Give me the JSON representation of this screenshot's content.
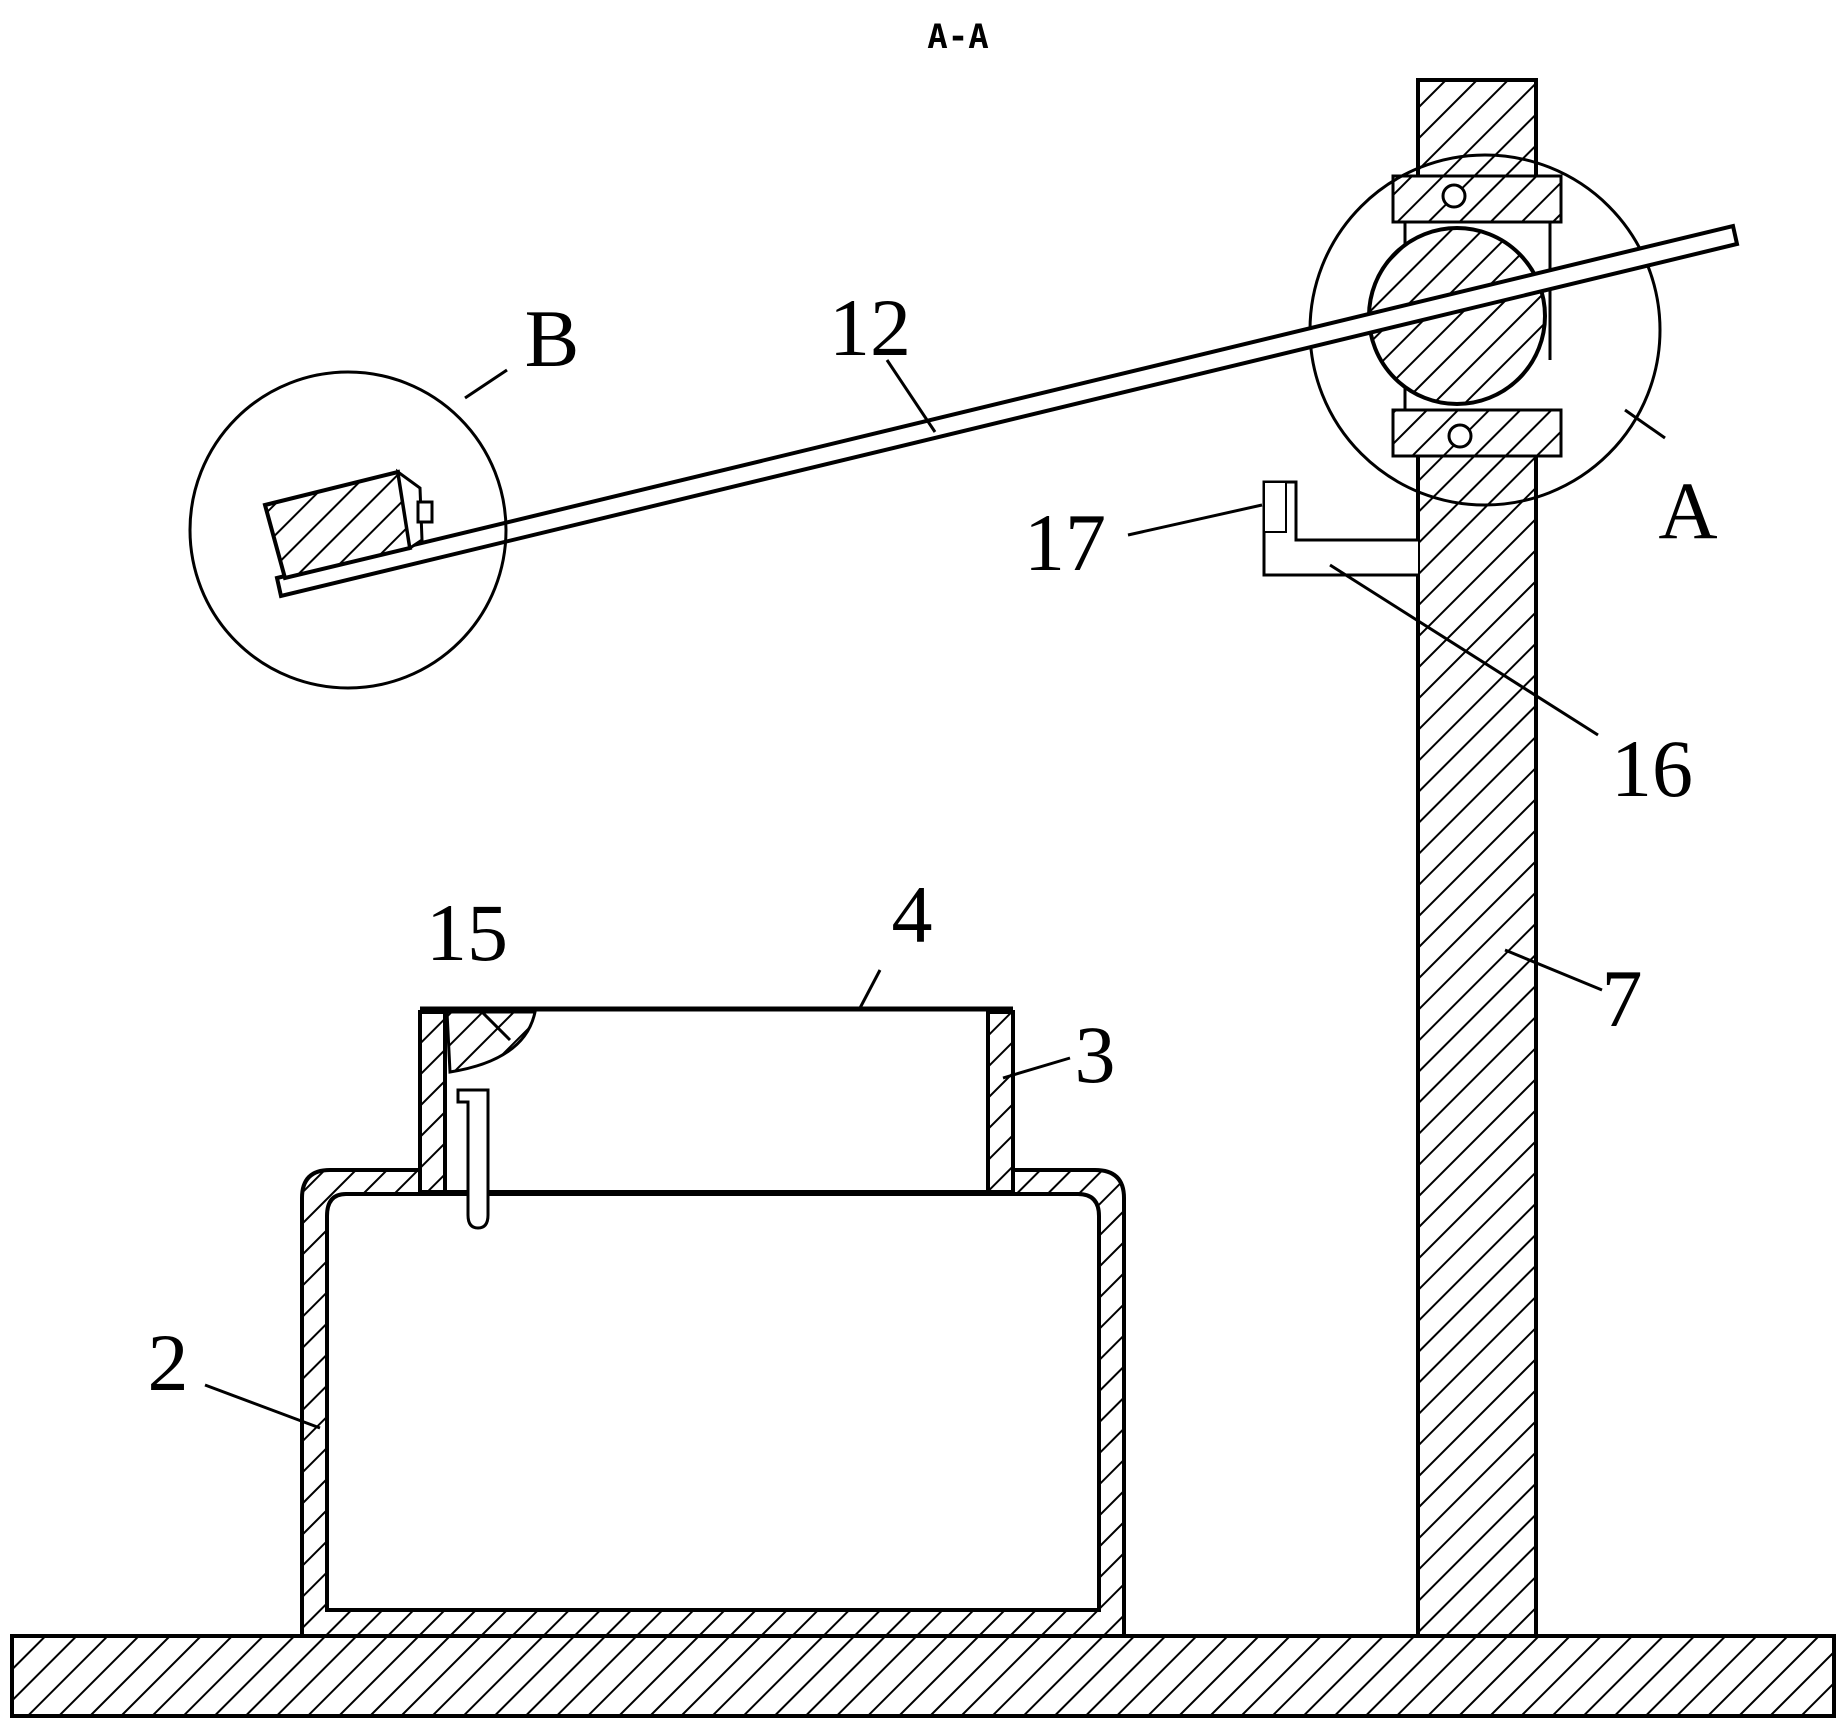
{
  "title": "A-A",
  "labels": {
    "A": "A",
    "B": "B",
    "n2": "2",
    "n3": "3",
    "n4": "4",
    "n7": "7",
    "n12": "12",
    "n15": "15",
    "n16": "16",
    "n17": "17"
  },
  "colors": {
    "line": "#000000",
    "background": "#ffffff"
  }
}
